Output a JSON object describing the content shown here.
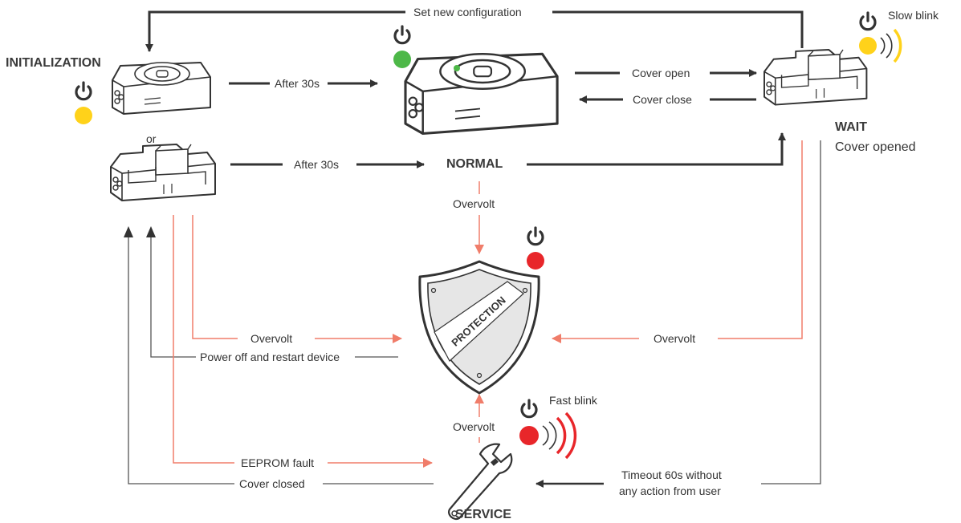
{
  "colors": {
    "dark": "#333333",
    "red_line": "#f07d6a",
    "led_green": "#4db848",
    "led_yellow": "#ffd21a",
    "led_red": "#e8262a",
    "wave_red": "#e8262a",
    "wave_yellow": "#ffd21a"
  },
  "states": {
    "initialization": "INITIALIZATION",
    "normal": "NORMAL",
    "wait": "WAIT",
    "wait_sub": "Cover opened",
    "service": "SERVICE",
    "protection_badge": "PROTECTION",
    "or": "or"
  },
  "leds": {
    "slow_blink": "Slow blink",
    "fast_blink": "Fast blink"
  },
  "transitions": {
    "set_new_configuration": "Set new configuration",
    "after_30s_top": "After 30s",
    "after_30s_bottom": "After 30s",
    "cover_open": "Cover open",
    "cover_close": "Cover close",
    "overvolt_normal": "Overvolt",
    "overvolt_init": "Overvolt",
    "overvolt_wait": "Overvolt",
    "overvolt_service": "Overvolt",
    "power_off_restart": "Power off and restart device",
    "eeprom_fault": "EEPROM fault",
    "cover_closed": "Cover closed",
    "timeout_line1": "Timeout 60s without",
    "timeout_line2": "any action from user"
  },
  "icons": [
    "power-icon",
    "wrench-icon",
    "shield-icon",
    "device-closed-icon",
    "device-open-icon"
  ]
}
